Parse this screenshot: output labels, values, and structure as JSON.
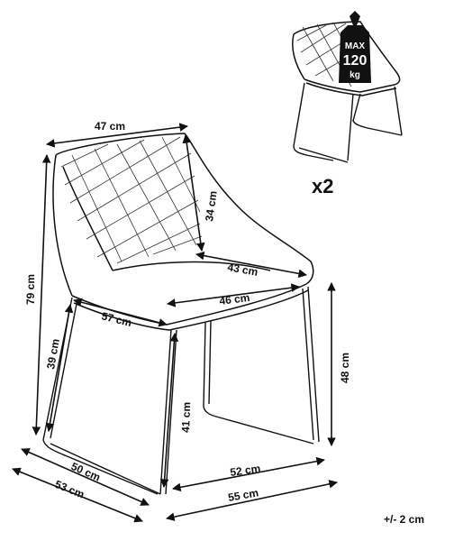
{
  "dimensions": {
    "width_top": "47 cm",
    "back_height": "34 cm",
    "seat_depth_inner": "43 cm",
    "seat_width": "46 cm",
    "total_height": "79 cm",
    "seat_width_back": "57 cm",
    "seat_height_side": "39 cm",
    "leg_height": "41 cm",
    "seat_height": "48 cm",
    "base_width_inner": "50 cm",
    "base_depth_inner": "52 cm",
    "base_width": "53 cm",
    "base_depth": "55 cm"
  },
  "weight_badge": {
    "max_label": "MAX",
    "value": "120",
    "unit": "kg"
  },
  "quantity": "x2",
  "tolerance": "+/- 2 cm",
  "icons": {
    "chair_main": "chair-front-view-icon",
    "chair_thumb": "chair-thumbnail-icon",
    "weight": "weight-icon"
  }
}
